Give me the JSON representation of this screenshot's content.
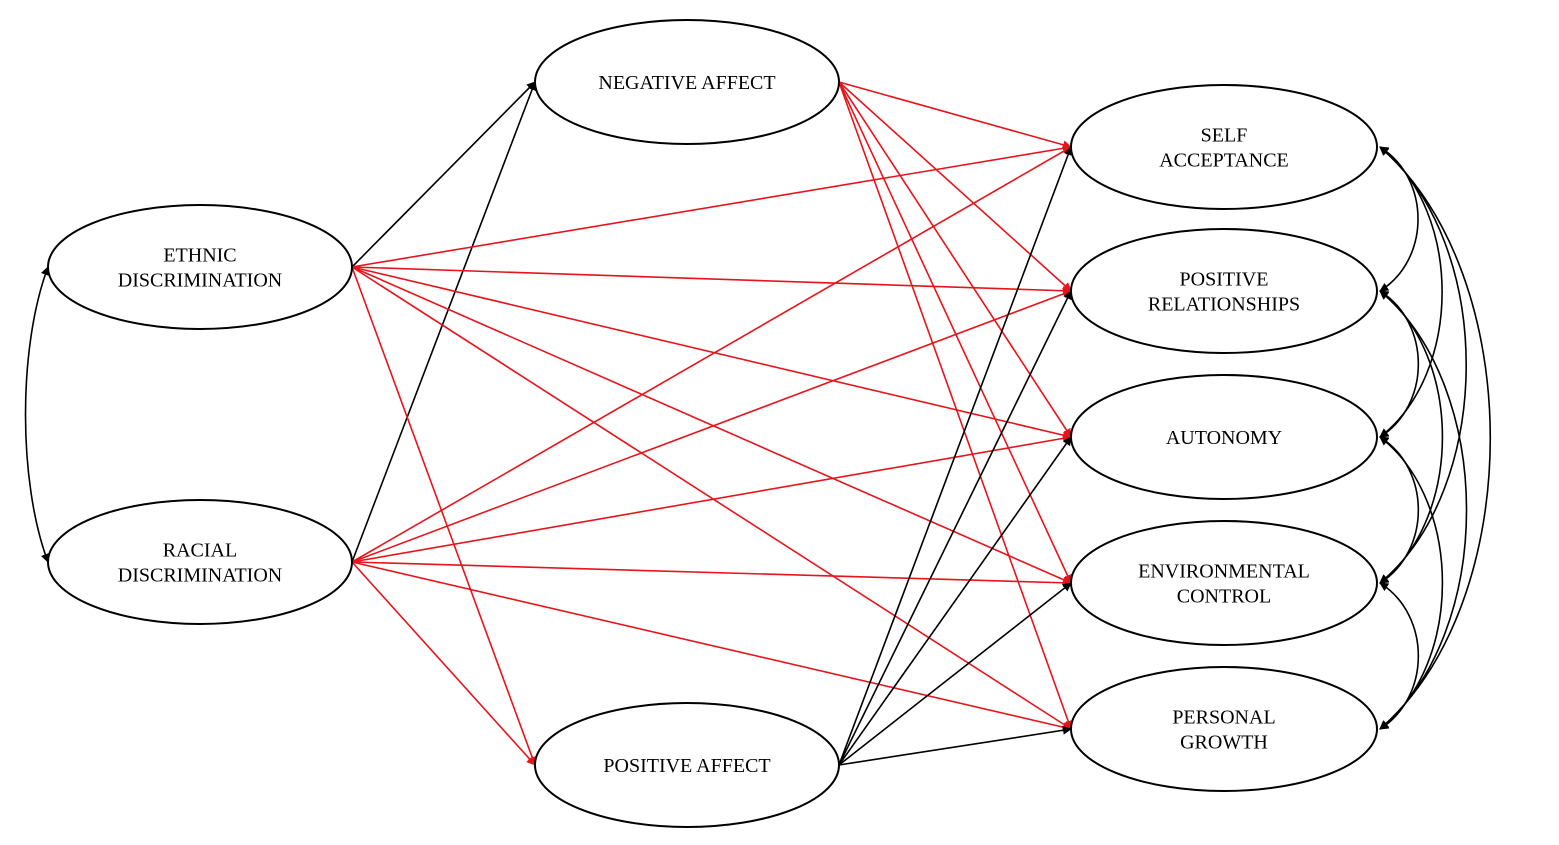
{
  "colors": {
    "red_path": "#e8141b",
    "black_path": "#000000",
    "node_stroke": "#000000",
    "background": "#ffffff"
  },
  "nodes": [
    {
      "id": "ethnic",
      "lines": [
        "ETHNIC",
        "DISCRIMINATION"
      ]
    },
    {
      "id": "racial",
      "lines": [
        "RACIAL",
        "DISCRIMINATION"
      ]
    },
    {
      "id": "negative",
      "lines": [
        "NEGATIVE AFFECT"
      ]
    },
    {
      "id": "positive",
      "lines": [
        "POSITIVE AFFECT"
      ]
    },
    {
      "id": "self_acceptance",
      "lines": [
        "SELF",
        "ACCEPTANCE"
      ]
    },
    {
      "id": "positive_relationships",
      "lines": [
        "POSITIVE",
        "RELATIONSHIPS"
      ]
    },
    {
      "id": "autonomy",
      "lines": [
        "AUTONOMY"
      ]
    },
    {
      "id": "environmental_control",
      "lines": [
        "ENVIRONMENTAL",
        "CONTROL"
      ]
    },
    {
      "id": "personal_growth",
      "lines": [
        "PERSONAL",
        "GROWTH"
      ]
    }
  ],
  "paths": [
    {
      "from": "ethnic",
      "to": "negative",
      "color": "black"
    },
    {
      "from": "racial",
      "to": "negative",
      "color": "black"
    },
    {
      "from": "ethnic",
      "to": "positive",
      "color": "red"
    },
    {
      "from": "racial",
      "to": "positive",
      "color": "red"
    },
    {
      "from": "ethnic",
      "to": "self_acceptance",
      "color": "red"
    },
    {
      "from": "ethnic",
      "to": "positive_relationships",
      "color": "red"
    },
    {
      "from": "ethnic",
      "to": "autonomy",
      "color": "red"
    },
    {
      "from": "ethnic",
      "to": "environmental_control",
      "color": "red"
    },
    {
      "from": "ethnic",
      "to": "personal_growth",
      "color": "red"
    },
    {
      "from": "racial",
      "to": "self_acceptance",
      "color": "red"
    },
    {
      "from": "racial",
      "to": "positive_relationships",
      "color": "red"
    },
    {
      "from": "racial",
      "to": "autonomy",
      "color": "red"
    },
    {
      "from": "racial",
      "to": "environmental_control",
      "color": "red"
    },
    {
      "from": "racial",
      "to": "personal_growth",
      "color": "red"
    },
    {
      "from": "negative",
      "to": "self_acceptance",
      "color": "red"
    },
    {
      "from": "negative",
      "to": "positive_relationships",
      "color": "red"
    },
    {
      "from": "negative",
      "to": "autonomy",
      "color": "red"
    },
    {
      "from": "negative",
      "to": "environmental_control",
      "color": "red"
    },
    {
      "from": "negative",
      "to": "personal_growth",
      "color": "red"
    },
    {
      "from": "positive",
      "to": "self_acceptance",
      "color": "black"
    },
    {
      "from": "positive",
      "to": "positive_relationships",
      "color": "black"
    },
    {
      "from": "positive",
      "to": "autonomy",
      "color": "black"
    },
    {
      "from": "positive",
      "to": "environmental_control",
      "color": "black"
    },
    {
      "from": "positive",
      "to": "personal_growth",
      "color": "black"
    }
  ],
  "covariances": [
    {
      "a": "ethnic",
      "b": "racial"
    },
    {
      "a": "self_acceptance",
      "b": "positive_relationships"
    },
    {
      "a": "self_acceptance",
      "b": "autonomy"
    },
    {
      "a": "self_acceptance",
      "b": "environmental_control"
    },
    {
      "a": "self_acceptance",
      "b": "personal_growth"
    },
    {
      "a": "positive_relationships",
      "b": "autonomy"
    },
    {
      "a": "positive_relationships",
      "b": "environmental_control"
    },
    {
      "a": "positive_relationships",
      "b": "personal_growth"
    },
    {
      "a": "autonomy",
      "b": "environmental_control"
    },
    {
      "a": "autonomy",
      "b": "personal_growth"
    },
    {
      "a": "environmental_control",
      "b": "personal_growth"
    }
  ]
}
